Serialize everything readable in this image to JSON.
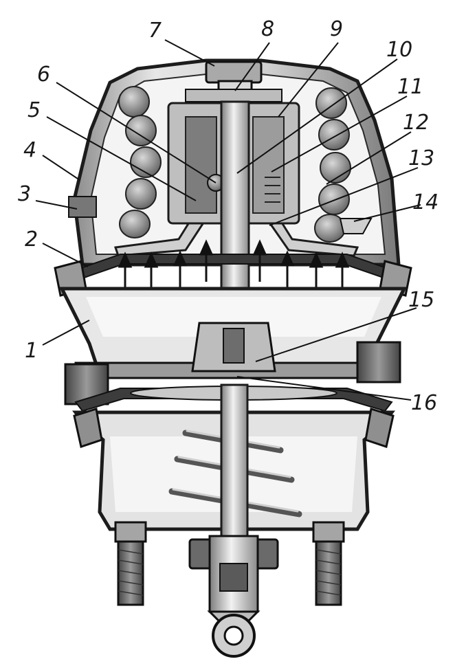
{
  "callouts": [
    {
      "id": "1",
      "label": "1"
    },
    {
      "id": "2",
      "label": "2"
    },
    {
      "id": "3",
      "label": "3"
    },
    {
      "id": "4",
      "label": "4"
    },
    {
      "id": "5",
      "label": "5"
    },
    {
      "id": "6",
      "label": "6"
    },
    {
      "id": "7",
      "label": "7"
    },
    {
      "id": "8",
      "label": "8"
    },
    {
      "id": "9",
      "label": "9"
    },
    {
      "id": "10",
      "label": "10"
    },
    {
      "id": "11",
      "label": "11"
    },
    {
      "id": "12",
      "label": "12"
    },
    {
      "id": "13",
      "label": "13"
    },
    {
      "id": "14",
      "label": "14"
    },
    {
      "id": "15",
      "label": "15"
    },
    {
      "id": "16",
      "label": "16"
    }
  ],
  "colors": {
    "housing_light": "#e9e9e9",
    "housing_mid": "#bdbdbd",
    "housing_dark": "#6e6e6e",
    "outline": "#1c1c1c",
    "spring": "#8a8a8a",
    "thread": "#555555"
  },
  "icons": [
    "pressure-arrow-icon",
    "mounting-bolt",
    "clevis-eye"
  ]
}
